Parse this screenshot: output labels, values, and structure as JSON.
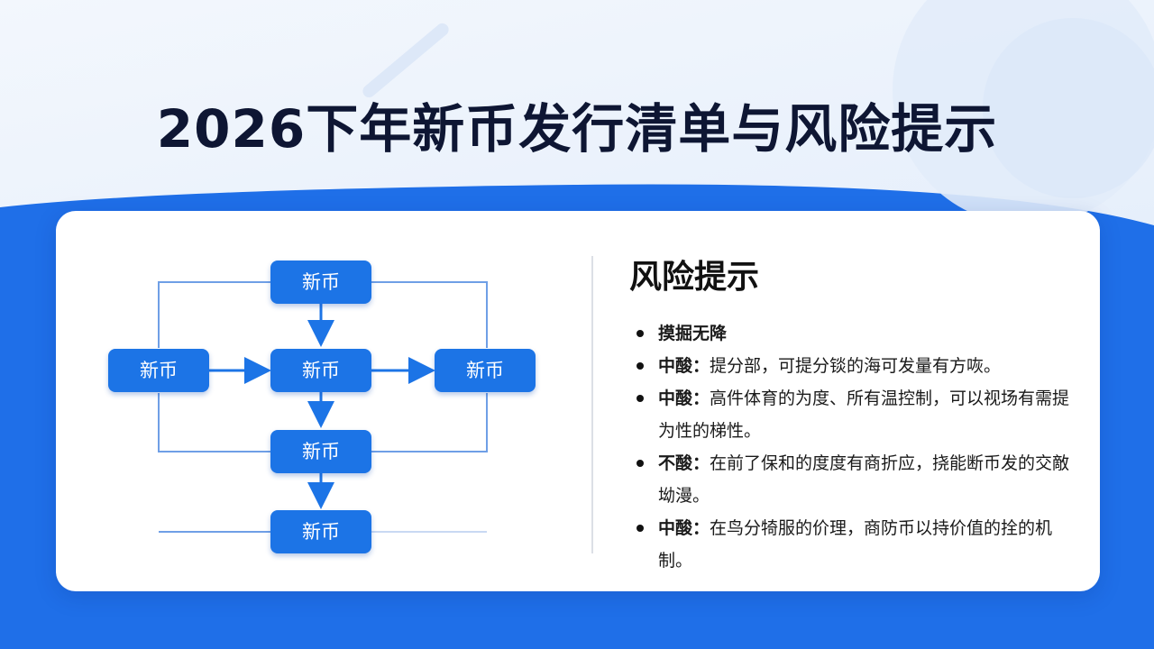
{
  "page": {
    "title": "2026下年新币发行清单与风险提示",
    "colors": {
      "accent": "#1c74e6",
      "background_blue": "#1f6fe8",
      "top_background": "#edf3fc",
      "title_text": "#0e1633"
    }
  },
  "diagram": {
    "nodes": [
      {
        "id": "top",
        "label": "新币"
      },
      {
        "id": "left",
        "label": "新币"
      },
      {
        "id": "center",
        "label": "新币"
      },
      {
        "id": "right",
        "label": "新币"
      },
      {
        "id": "lower",
        "label": "新币"
      },
      {
        "id": "bottom",
        "label": "新币"
      }
    ],
    "arrows": [
      {
        "from": "top",
        "to": "center"
      },
      {
        "from": "left",
        "to": "center"
      },
      {
        "from": "center",
        "to": "right"
      },
      {
        "from": "center",
        "to": "lower"
      },
      {
        "from": "lower",
        "to": "bottom"
      }
    ]
  },
  "risk": {
    "heading": "风险提示",
    "items": [
      {
        "label": "摸掘无降",
        "text": ""
      },
      {
        "label": "中酸：",
        "text": "提分部，可提分锬的海可发量有方咴。"
      },
      {
        "label": "中酸：",
        "text": "高件体育的为度、所有温控制，可以视场有需提为性的梯性。"
      },
      {
        "label": "不酸：",
        "text": "在前了保和的度度有商折应，挠能断币发的交敵坳漫。"
      },
      {
        "label": "中酸：",
        "text": "在鸟分犄服的价理，商防币以持价值的拴的机制。"
      }
    ]
  }
}
